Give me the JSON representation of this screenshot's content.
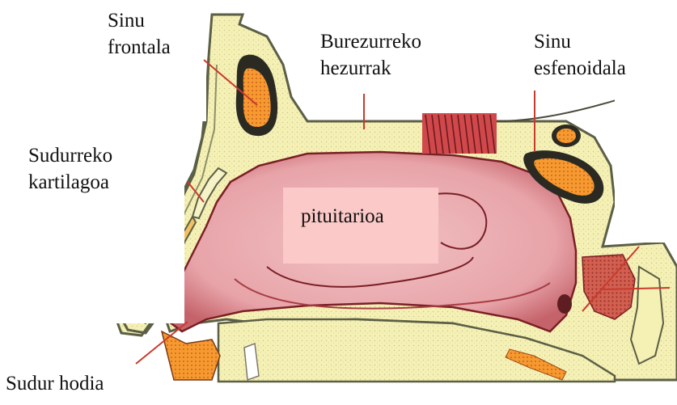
{
  "labels": {
    "frontal_sinus": [
      "Sinu",
      "frontala"
    ],
    "nasal_bones": [
      "Burezurreko",
      "hezurrak"
    ],
    "sphenoid_sinus": [
      "Sinu",
      "esfenoidala"
    ],
    "nasal_cartilage": [
      "Sudurreko",
      "kartilagoa"
    ],
    "pituitary": "pituitarioa",
    "nostril": "Sudur hodia"
  },
  "colors": {
    "bone": "#f5f0b4",
    "bone_outline": "#5b5f45",
    "mucosa": "#e9a8ac",
    "mucosa_dark": "#b7373f",
    "sinus_fill": "#f08a2a",
    "pointer_line": "#c93a2e",
    "label_box": "#fbc9c7"
  }
}
